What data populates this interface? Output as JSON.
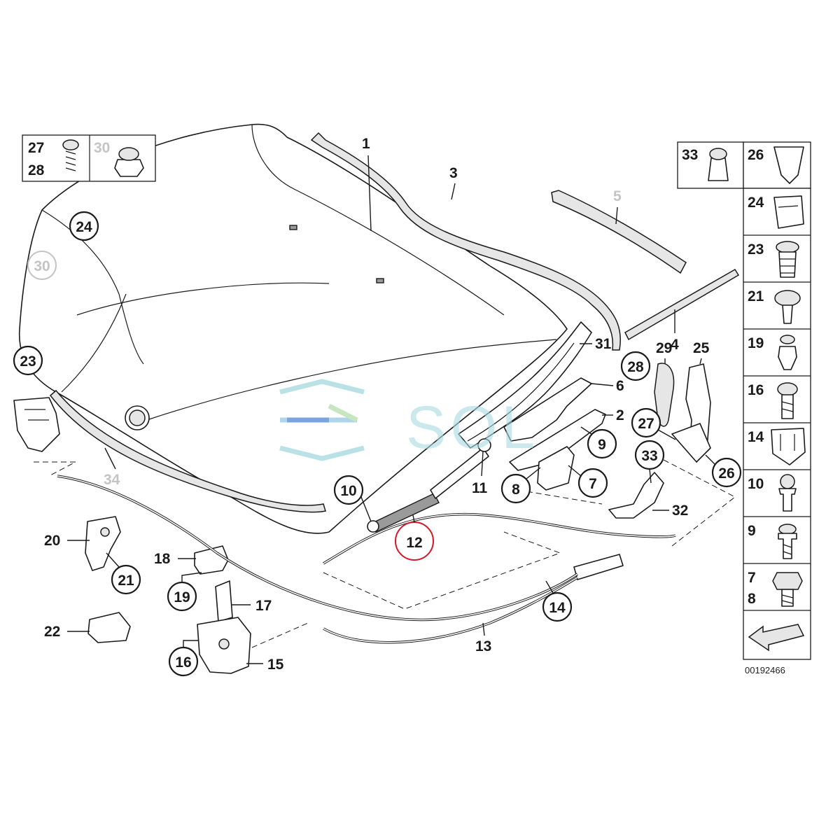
{
  "diagram_id": "00192466",
  "watermark": "SOL",
  "highlighted_part": "12",
  "callouts": [
    {
      "key": "p24",
      "number": "24",
      "faded": false
    },
    {
      "key": "p30",
      "number": "30",
      "faded": true
    },
    {
      "key": "p23",
      "number": "23",
      "faded": false
    },
    {
      "key": "p10",
      "number": "10",
      "faded": false
    },
    {
      "key": "p12",
      "number": "12",
      "highlight": true
    },
    {
      "key": "p20",
      "number": "20",
      "plain": true
    },
    {
      "key": "p21",
      "number": "21",
      "faded": false
    },
    {
      "key": "p22",
      "number": "22",
      "plain": true
    },
    {
      "key": "p18",
      "number": "18",
      "plain": true
    },
    {
      "key": "p19",
      "number": "19",
      "faded": false
    },
    {
      "key": "p17",
      "number": "17",
      "plain": true
    },
    {
      "key": "p16",
      "number": "16",
      "faded": false
    },
    {
      "key": "p15",
      "number": "15",
      "plain": true
    },
    {
      "key": "p13",
      "number": "13",
      "plain": true
    },
    {
      "key": "p14",
      "number": "14",
      "faded": false
    },
    {
      "key": "p11",
      "number": "11",
      "plain": true
    },
    {
      "key": "p8",
      "number": "8",
      "faded": false
    },
    {
      "key": "p7",
      "number": "7",
      "faded": false
    },
    {
      "key": "p9",
      "number": "9",
      "faded": false
    },
    {
      "key": "p2",
      "number": "2",
      "plain": true
    },
    {
      "key": "p6",
      "number": "6",
      "plain": true
    },
    {
      "key": "p31",
      "number": "31",
      "plain": true
    },
    {
      "key": "p1",
      "number": "1",
      "plain": true
    },
    {
      "key": "p3",
      "number": "3",
      "plain": true
    },
    {
      "key": "p5",
      "number": "5",
      "plain": true,
      "faded": true
    },
    {
      "key": "p4",
      "number": "4",
      "plain": true
    },
    {
      "key": "p28",
      "number": "28",
      "faded": false
    },
    {
      "key": "p29",
      "number": "29",
      "plain": true
    },
    {
      "key": "p25",
      "number": "25",
      "plain": true
    },
    {
      "key": "p27",
      "number": "27",
      "faded": false
    },
    {
      "key": "p33",
      "number": "33",
      "faded": false
    },
    {
      "key": "p26",
      "number": "26",
      "faded": false
    },
    {
      "key": "p32",
      "number": "32",
      "plain": true
    },
    {
      "key": "p34",
      "number": "34",
      "plain": true,
      "faded": true
    }
  ],
  "inset_topleft": {
    "labels": [
      "27",
      "28"
    ],
    "label_faded": "30"
  },
  "fastener_panel": {
    "top_row": [
      "33",
      "26"
    ],
    "column": [
      "24",
      "23",
      "21",
      "19",
      "16",
      "14",
      "10",
      "9",
      "7",
      "8"
    ]
  }
}
